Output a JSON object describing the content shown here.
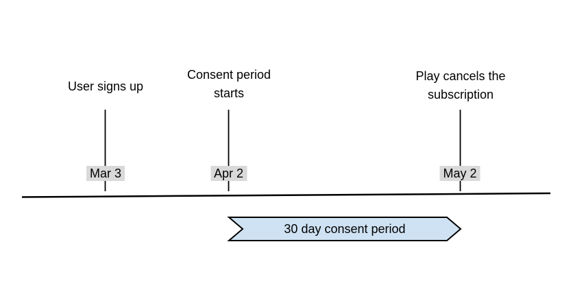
{
  "diagram": {
    "type": "timeline",
    "events": [
      {
        "label": "User signs up",
        "date": "Mar 3"
      },
      {
        "label": "Consent period starts",
        "date": "Apr 2"
      },
      {
        "label": "Play cancels the subscription",
        "date": "May 2"
      }
    ],
    "banner": {
      "label": "30 day consent period"
    },
    "colors": {
      "banner_fill": "#cfe2f3",
      "banner_border": "#000000",
      "date_label_bg": "#d9d9d9",
      "line": "#000000",
      "text": "#000000"
    }
  }
}
